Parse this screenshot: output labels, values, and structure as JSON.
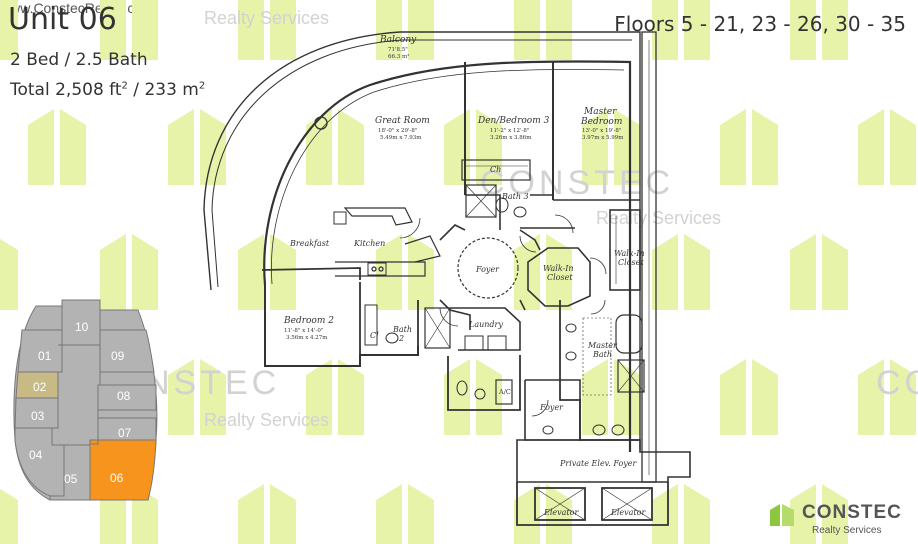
{
  "header": {
    "unit": "Unit 06",
    "beds_baths": "2 Bed / 2.5 Bath",
    "total_prefix": "Total 2,508 ft",
    "total_sq": "2",
    "total_mid": " / 233 m",
    "total_sq2": "2",
    "floors": "Floors 5 - 21, 23 - 26, 30 - 35"
  },
  "footer": {
    "url": "www.ConstecRealty.com",
    "brand_name": "CONSTEC",
    "brand_sub": "Realty Services"
  },
  "watermark": {
    "name": "CONSTEC",
    "sub": "Realty Services"
  },
  "colors": {
    "watermark_green": "#e6f3a8",
    "plan_line": "#333333",
    "keyplan_gray": "#b3b3b3",
    "keyplan_highlight": "#f7941d",
    "keyplan_alt": "#c8ba84",
    "brand_green": "#8dc63f"
  },
  "keyplan": {
    "units": [
      "10",
      "01",
      "09",
      "02",
      "08",
      "03",
      "07",
      "04",
      "05",
      "06"
    ],
    "selected": "06"
  },
  "rooms": {
    "balcony": {
      "name": "Balcony",
      "dim1": "71'8.5\"",
      "dim2": "66.3 m²"
    },
    "great_room": {
      "name": "Great Room",
      "dim1": "18'-0\" x 29'-8\"",
      "dim2": "5.49m x 7.93m"
    },
    "den": {
      "name": "Den/Bedroom 3",
      "dim1": "11'-2\" x 12'-8\"",
      "dim2": "3.26m x 3.86m"
    },
    "master": {
      "name": "Master Bedroom",
      "dim1": "13'-0\" x 19'-8\"",
      "dim2": "3.97m x 5.99m"
    },
    "bath3": "Bath 3",
    "ch": "Ch",
    "breakfast": "Breakfast",
    "kitchen": "Kitchen",
    "foyer": "Foyer",
    "wic1": "Walk-In Closet",
    "wic2": "Walk-In Closet",
    "bedroom2": {
      "name": "Bedroom 2",
      "dim1": "11'-8\" x 14'-0\"",
      "dim2": "3.56m x 4.27m"
    },
    "cl": "Cl",
    "bath2": "Bath 2",
    "laundry": "Laundry",
    "master_bath": "Master Bath",
    "ac": "A/C",
    "foyer2": "Foyer",
    "elev_foyer": "Private Elev. Foyer",
    "elevator1": "Elevator",
    "elevator2": "Elevator"
  }
}
